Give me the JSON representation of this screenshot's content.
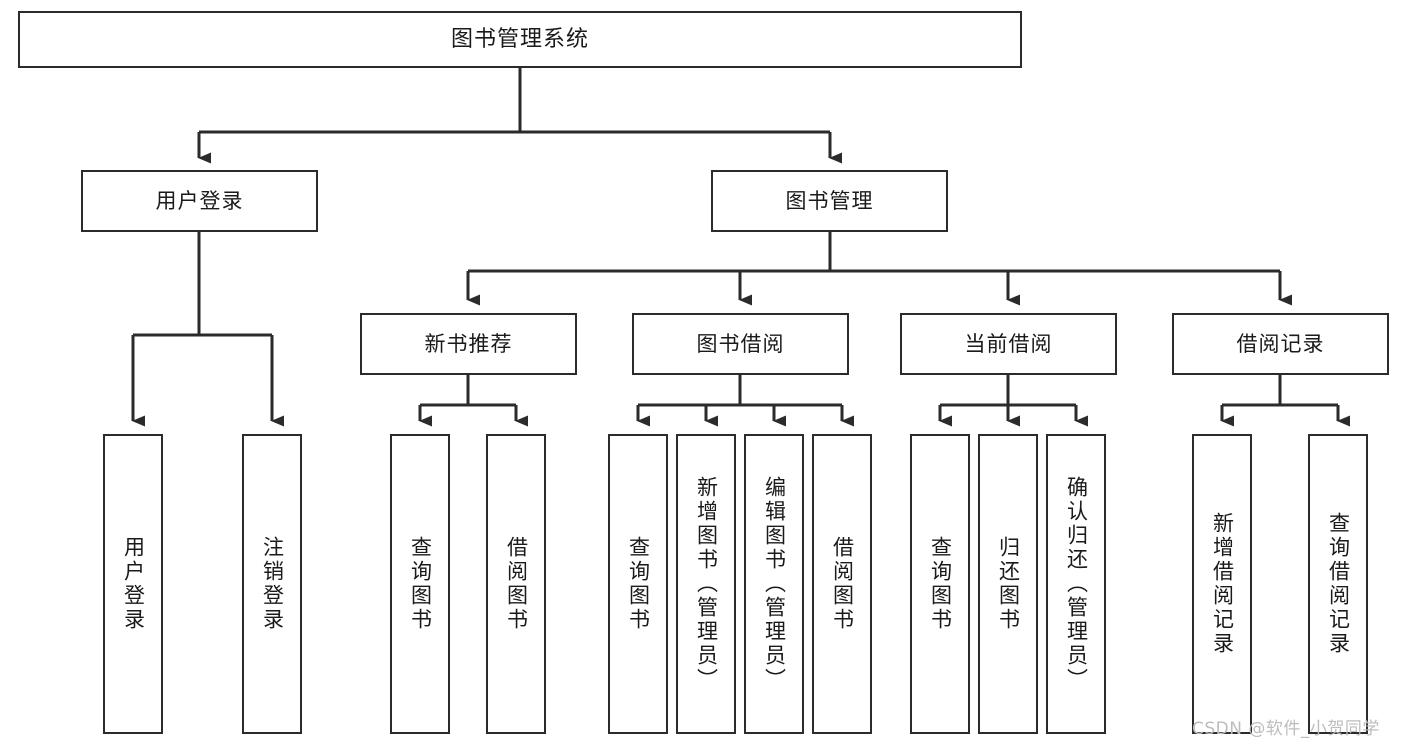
{
  "diagram": {
    "title": "图书管理系统",
    "watermark": "CSDN @软件_小贺同学",
    "style": {
      "background": "#ffffff",
      "border_color": "#2b2b2b",
      "text_color": "#1a1a1a",
      "watermark_color": "#bdbdbd"
    },
    "nodes": {
      "root": {
        "label": "图书管理系统"
      },
      "level2": [
        {
          "id": "user-login",
          "label": "用户登录"
        },
        {
          "id": "book-manage",
          "label": "图书管理"
        }
      ],
      "level3": [
        {
          "id": "new-book-recommend",
          "label": "新书推荐"
        },
        {
          "id": "book-borrow",
          "label": "图书借阅"
        },
        {
          "id": "current-borrow",
          "label": "当前借阅"
        },
        {
          "id": "borrow-record",
          "label": "借阅记录"
        }
      ],
      "leaves": {
        "user-login": [
          {
            "id": "leaf-user-login",
            "label": "用户登录"
          },
          {
            "id": "leaf-logout-login",
            "label": "注销登录"
          }
        ],
        "new-book-recommend": [
          {
            "id": "leaf-query-book-1",
            "label": "查询图书"
          },
          {
            "id": "leaf-borrow-book-1",
            "label": "借阅图书"
          }
        ],
        "book-borrow": [
          {
            "id": "leaf-query-book-2",
            "label": "查询图书"
          },
          {
            "id": "leaf-add-book",
            "label": "新增图书（管理员）"
          },
          {
            "id": "leaf-edit-book",
            "label": "编辑图书（管理员）"
          },
          {
            "id": "leaf-borrow-book-2",
            "label": "借阅图书"
          }
        ],
        "current-borrow": [
          {
            "id": "leaf-query-book-3",
            "label": "查询图书"
          },
          {
            "id": "leaf-return-book",
            "label": "归还图书"
          },
          {
            "id": "leaf-confirm-return",
            "label": "确认归还（管理员）"
          }
        ],
        "borrow-record": [
          {
            "id": "leaf-add-record",
            "label": "新增借阅记录"
          },
          {
            "id": "leaf-query-record",
            "label": "查询借阅记录"
          }
        ]
      }
    }
  }
}
